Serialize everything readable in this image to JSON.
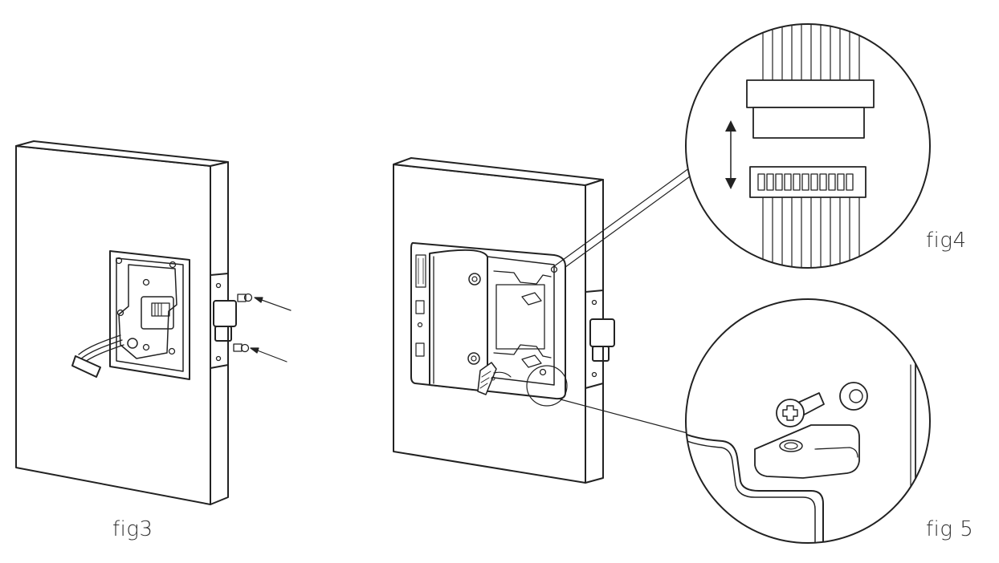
{
  "labels": {
    "fig3": "fig3",
    "fig4": "fig4",
    "fig5": "fig 5"
  },
  "colors": {
    "line": "#222222",
    "fill": "#ffffff"
  }
}
